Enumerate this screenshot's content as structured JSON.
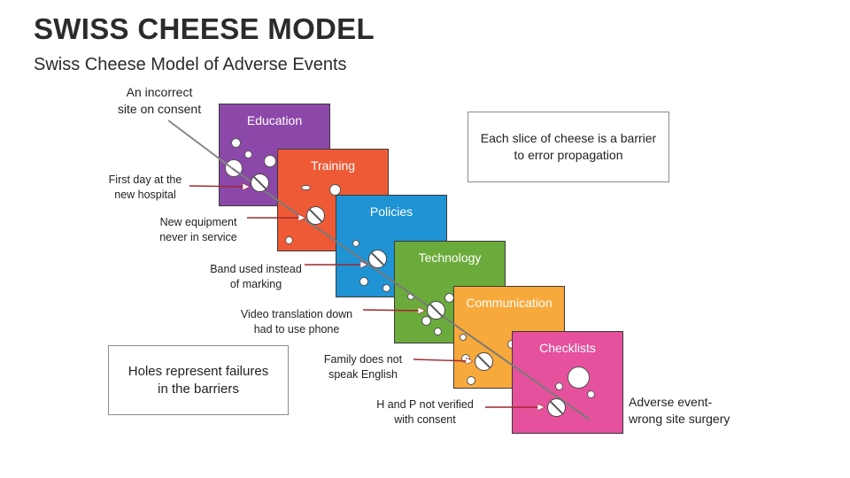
{
  "header": {
    "title": "SWISS CHEESE MODEL",
    "subtitle": "Swiss Cheese Model of Adverse Events"
  },
  "slices": [
    {
      "label": "Education",
      "color": "#8c48a8"
    },
    {
      "label": "Training",
      "color": "#ee5a36"
    },
    {
      "label": "Policies",
      "color": "#1f93d3"
    },
    {
      "label": "Technology",
      "color": "#6bab3b"
    },
    {
      "label": "Communication",
      "color": "#f7a93b"
    },
    {
      "label": "Checklists",
      "color": "#e5519c"
    }
  ],
  "annotations": {
    "incorrect_site": "An incorrect\nsite on consent",
    "first_day": "First day at the\nnew hospital",
    "new_equipment": "New equipment\nnever in service",
    "band_used": "Band used instead\nof marking",
    "video_translation": "Video translation down\nhad to use phone",
    "family": "Family does not\nspeak English",
    "h_and_p": "H and P not verified\nwith consent",
    "adverse_event": "Adverse event-\nwrong site surgery"
  },
  "notes": {
    "barrier": "Each slice of cheese is a barrier\nto error propagation",
    "holes": "Holes represent failures\nin the barriers"
  },
  "colors": {
    "arrow": "#a4262c",
    "text": "#222222"
  }
}
